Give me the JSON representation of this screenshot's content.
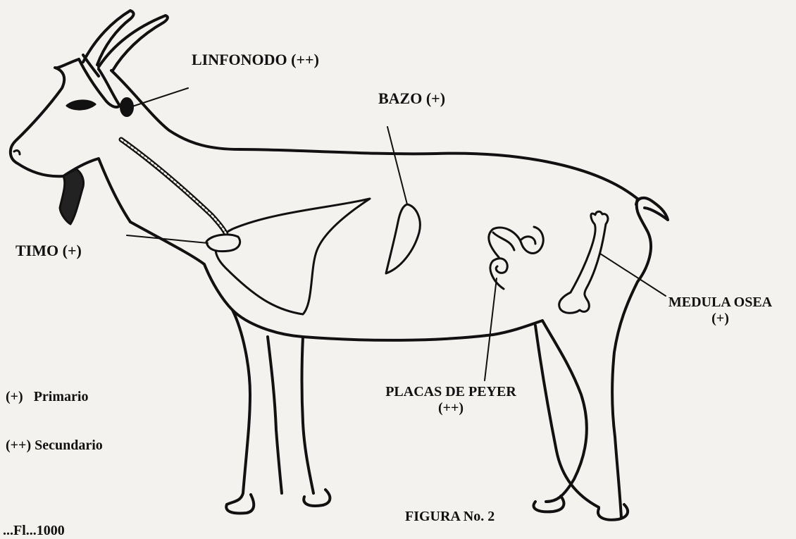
{
  "labels": {
    "linfonodo": "LINFONODO (++)",
    "bazo": "BAZO (+)",
    "timo": "TIMO (+)",
    "medula_line1": "MEDULA OSEA",
    "medula_line2": "(+)",
    "placas_line1": "PLACAS DE PEYER",
    "placas_line2": "(++)"
  },
  "legend": {
    "primary": "(+)   Primario",
    "secondary": "(++) Secundario"
  },
  "caption": "FIGURA No. 2",
  "footer_fragment": "...Fl...1000",
  "colors": {
    "ink": "#111111",
    "background": "#f3f2ee"
  }
}
